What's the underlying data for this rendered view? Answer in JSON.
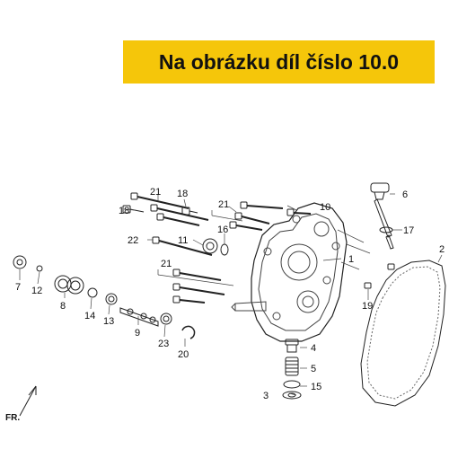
{
  "banner": {
    "text": "Na obrázku díl číslo 10.0",
    "color": "#f5c60a"
  },
  "diagram": {
    "callouts": [
      "1",
      "2",
      "3",
      "4",
      "5",
      "6",
      "7",
      "8",
      "9",
      "10",
      "11",
      "12",
      "13",
      "14",
      "15",
      "16",
      "17",
      "18",
      "18",
      "19",
      "20",
      "21",
      "21",
      "21",
      "22",
      "23"
    ],
    "direction_label": "FR."
  }
}
